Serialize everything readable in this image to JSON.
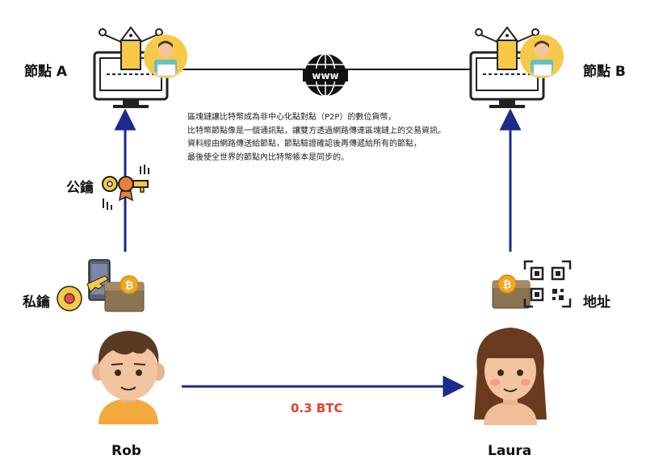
{
  "nodes": {
    "a_label": "節點 A",
    "b_label": "節點 B",
    "www_label": "www"
  },
  "description": {
    "lines": [
      "區塊鏈讓比特幣成為非中心化點對點（P2P）的數位貨幣，",
      "比特幣節點像是一個通訊點，讓雙方透過網路傳達區塊鏈上的交易資訊。",
      "資料經由網路傳送給節點，節點驗證確認後再傳遞給所有的節點，",
      "最後使全世界的節點內比特幣帳本是同步的。"
    ]
  },
  "keys": {
    "public_key_label": "公鑰",
    "private_key_label": "私鑰",
    "address_label": "地址",
    "bitcoin_symbol": "₿"
  },
  "people": {
    "sender": "Rob",
    "receiver": "Laura"
  },
  "transaction": {
    "amount": "0.3 BTC"
  },
  "colors": {
    "arrow": "#1b2a8c",
    "amount": "#e4412b",
    "bitcoin": "#f5a623",
    "icon_yellow": "#f7c948",
    "icon_dark": "#2b2b2b"
  }
}
